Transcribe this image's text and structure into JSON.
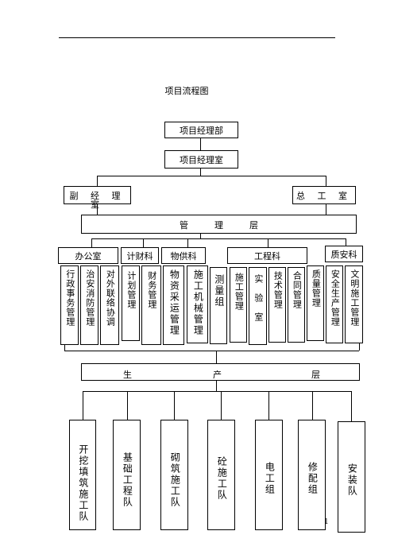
{
  "title": "项目流程图",
  "page_number": "1",
  "top": {
    "manager_dept": "项目经理部",
    "manager_office": "项目经理室",
    "deputy_office": "副 经 理 室",
    "chief_engineer_office": "总 工 室",
    "management_layer": "管　　　理　　　层"
  },
  "departments": {
    "office": "办公室",
    "planning_finance": "计财科",
    "supply": "物供科",
    "engineering": "工程科",
    "quality_safety": "质安科"
  },
  "functions": [
    "行政事务管理",
    "治安消防管理",
    "对外联络协调",
    "计划管理",
    "财务管理",
    "物资采运管理",
    "施工机械管理",
    "测量组",
    "施工管理",
    "实　验　室",
    "技术管理",
    "合同管理",
    "质量管理",
    "安全生产管理",
    "文明施工管理"
  ],
  "production_layer": {
    "c1": "生",
    "c2": "产",
    "c3": "层"
  },
  "teams": [
    "开挖填筑施工队",
    "基础工程队",
    "砌筑施工队",
    "砼施工队",
    "电工组",
    "修配组",
    "安装队"
  ]
}
